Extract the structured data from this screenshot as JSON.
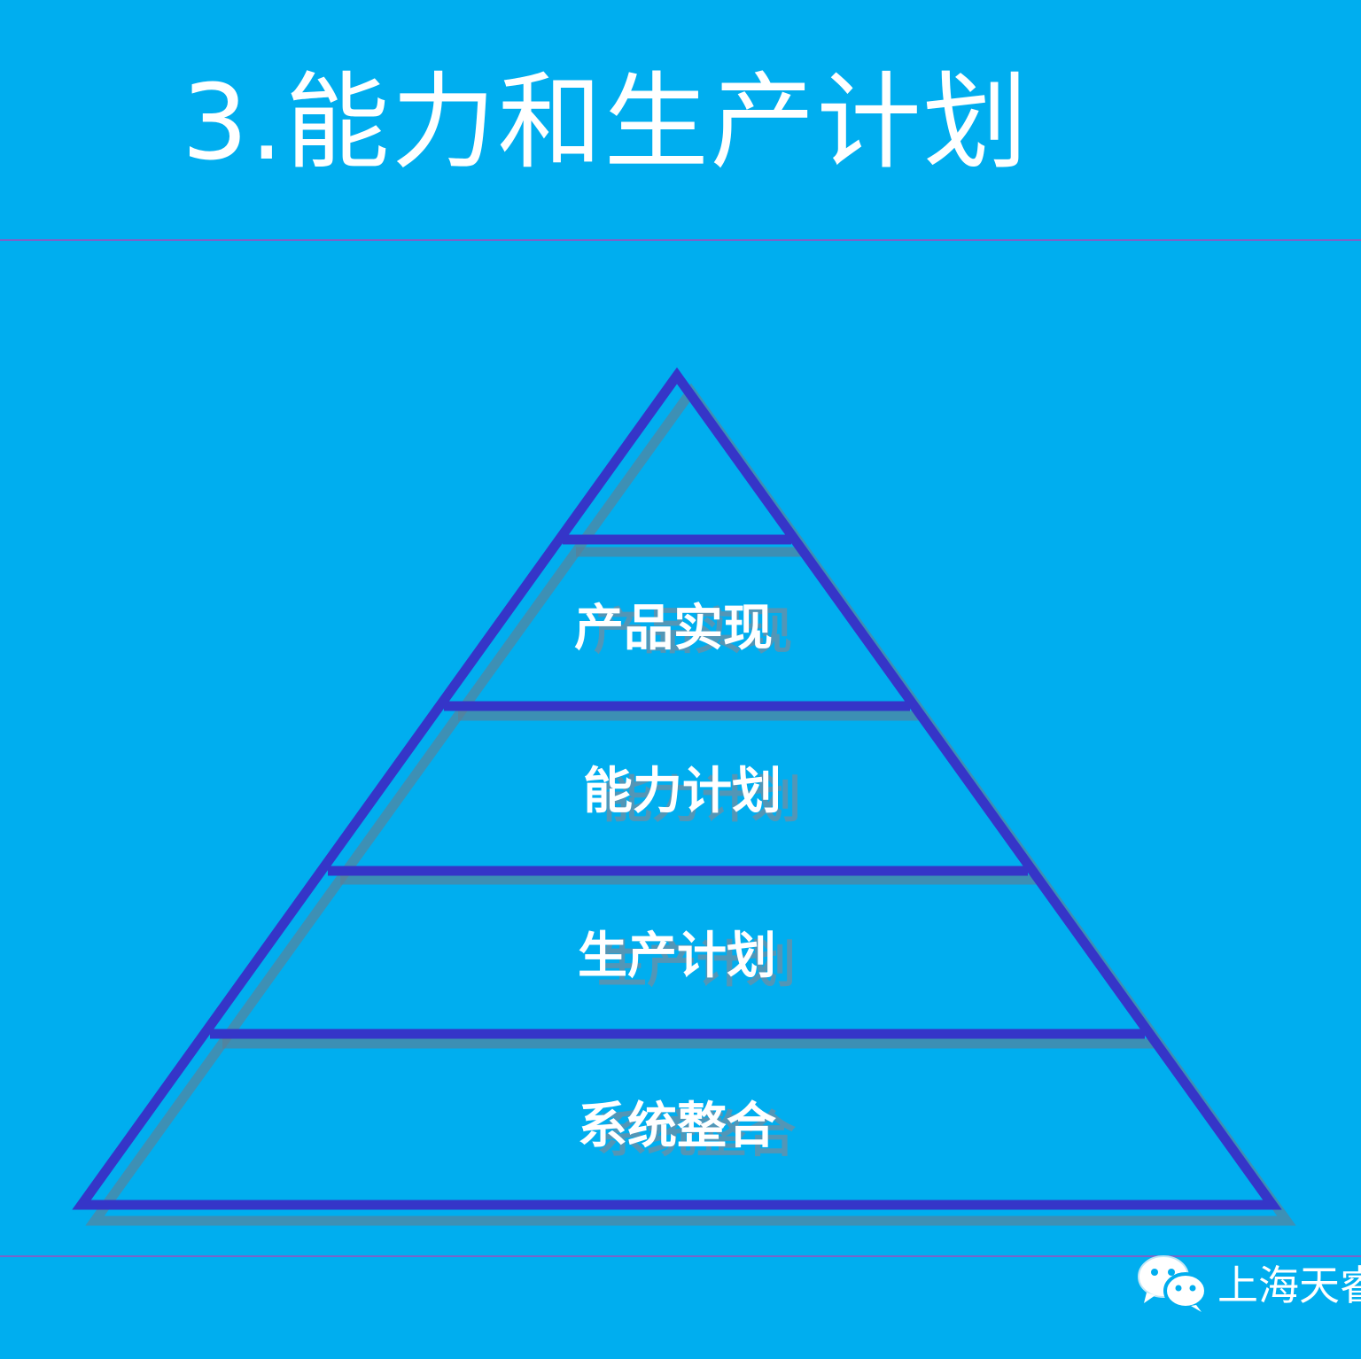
{
  "slide": {
    "title": "3.能力和生产计划",
    "background_color": "#00AEEF",
    "outline_color": "#3535c8",
    "rule_color": "#7a63c9"
  },
  "pyramid": {
    "tiers": [
      {
        "label": ""
      },
      {
        "label": "产品实现"
      },
      {
        "label": "能力计划"
      },
      {
        "label": "生产计划"
      },
      {
        "label": "系统整合"
      }
    ]
  },
  "watermark": {
    "icon": "wechat-icon",
    "text": "上海天睿"
  }
}
